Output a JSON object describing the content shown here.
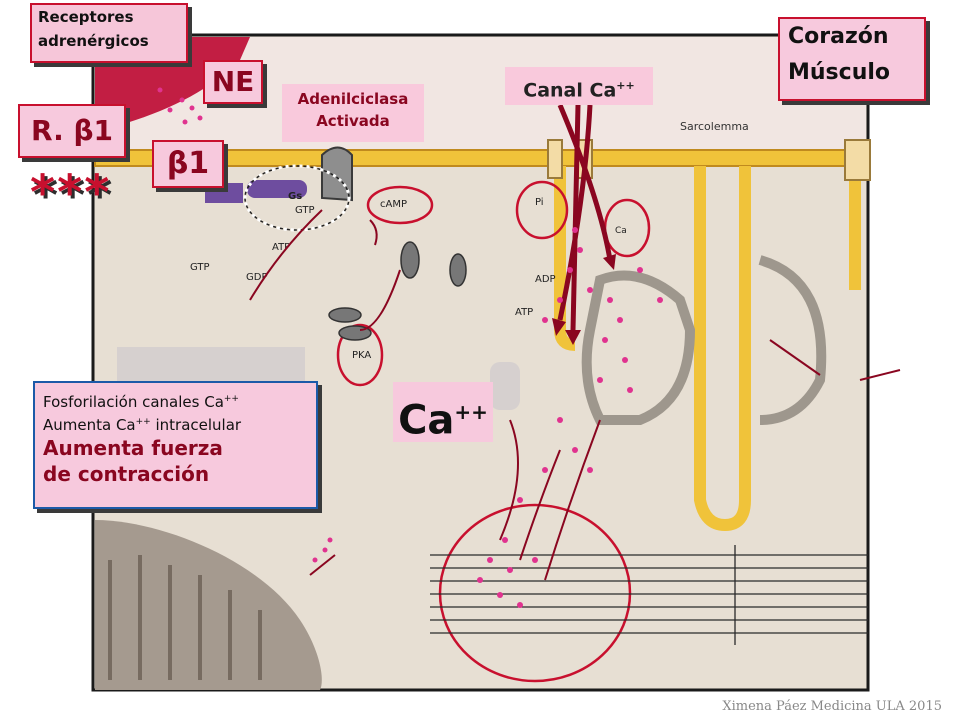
{
  "labels": {
    "receptores_line1": "Receptores",
    "receptores_line2": "adrenérgicos",
    "corazon": "Corazón",
    "musculo": "Músculo",
    "ne": "NE",
    "canal_ca": "Canal Ca",
    "canal_ca_sup": "++",
    "adenilciclasa_line1": "Adenilciclasa",
    "adenilciclasa_line2": "Activada",
    "r_beta1": "R. β1",
    "beta1": "β1",
    "stars": "***",
    "ca_big": "Ca",
    "ca_big_sup": "++",
    "fosfo_line1": "Fosforilación canales Ca",
    "fosfo_line1_sup": "++",
    "fosfo_line2a": "Aumenta Ca",
    "fosfo_line2_sup": "++",
    "fosfo_line2b": " intracelular",
    "fosfo_line3": "Aumenta fuerza",
    "fosfo_line4": "de contracción",
    "footer": "Ximena Páez Medicina ULA 2015"
  },
  "figure": {
    "sarcolemma": "Sarcolemma",
    "gs": "Gs",
    "gtp": "GTP",
    "atp": "ATP",
    "gdp": "GDP",
    "camp": "cAMP",
    "pi": "Pi",
    "ca2": "Ca",
    "adp": "ADP",
    "atp2": "ATP",
    "pka": "PKA",
    "gtp2": "GTP"
  },
  "colors": {
    "membrane": "#f0c33a",
    "accent_red": "#c8102e",
    "label_pink": "#f6c6d9",
    "dark_red_arrow": "#8a0620",
    "magenta_dots": "#e0338f"
  }
}
